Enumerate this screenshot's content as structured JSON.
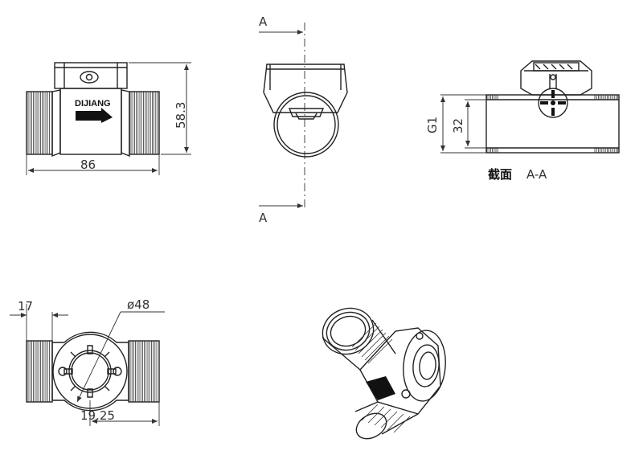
{
  "dimensions": {
    "width_86": "86",
    "height_58_3": "58.3",
    "thread_g1": "G1",
    "bore_32": "32",
    "phi48": "ø48",
    "thread_len_17": "17",
    "offset_19_25": "19.25"
  },
  "section": {
    "marker_top": "A",
    "marker_bottom": "A",
    "caption_cn": "截面",
    "caption_label": "A-A"
  },
  "brand": {
    "name": "DIJIANG"
  }
}
